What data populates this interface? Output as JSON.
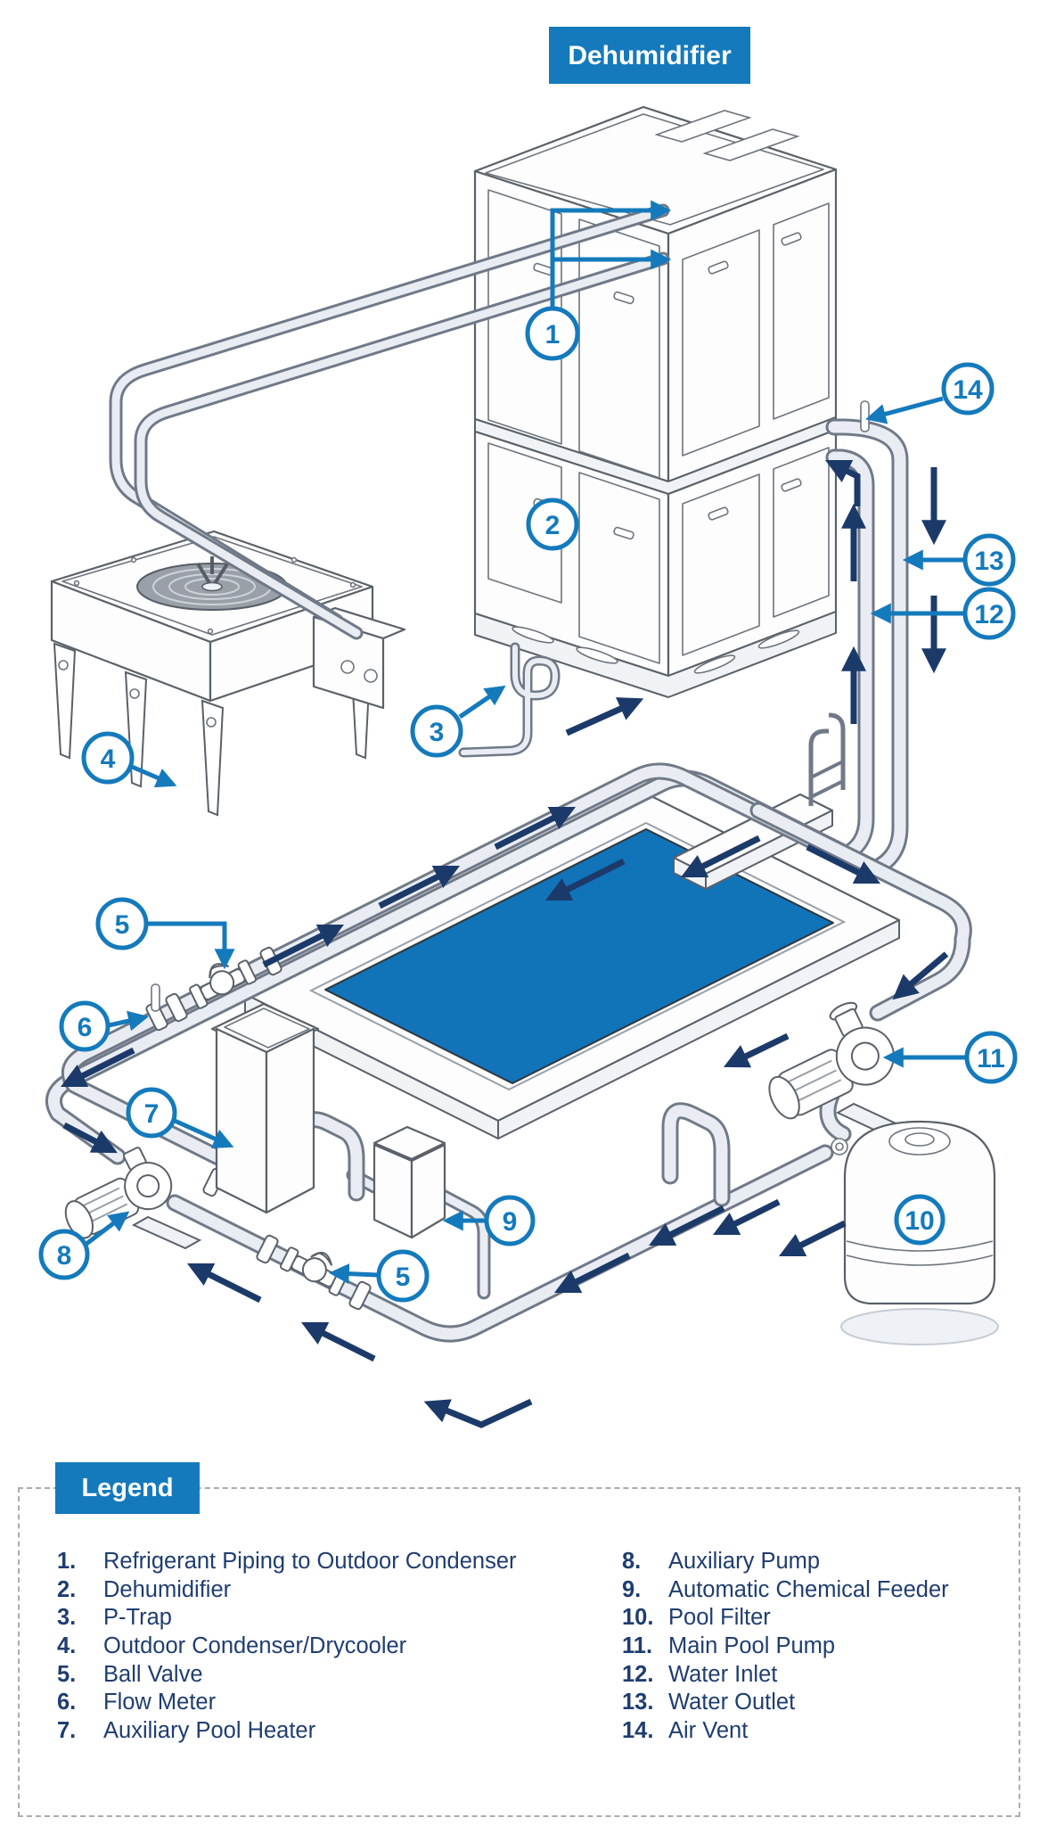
{
  "banner": {
    "label": "Dehumidifier"
  },
  "legend": {
    "header": "Legend",
    "items_left": [
      {
        "num": "1.",
        "label": "Refrigerant Piping to Outdoor Condenser"
      },
      {
        "num": "2.",
        "label": "Dehumidifier"
      },
      {
        "num": "3.",
        "label": "P-Trap"
      },
      {
        "num": "4.",
        "label": "Outdoor Condenser/Drycooler"
      },
      {
        "num": "5.",
        "label": "Ball Valve"
      },
      {
        "num": "6.",
        "label": "Flow Meter"
      },
      {
        "num": "7.",
        "label": "Auxiliary Pool Heater"
      }
    ],
    "items_right": [
      {
        "num": "8.",
        "label": "Auxiliary Pump"
      },
      {
        "num": "9.",
        "label": "Automatic Chemical Feeder"
      },
      {
        "num": "10.",
        "label": "Pool Filter"
      },
      {
        "num": "11.",
        "label": "Main Pool Pump"
      },
      {
        "num": "12.",
        "label": "Water Inlet"
      },
      {
        "num": "13.",
        "label": "Water Outlet"
      },
      {
        "num": "14.",
        "label": "Air Vent"
      }
    ]
  },
  "callouts": {
    "n1": "1",
    "n2": "2",
    "n3": "3",
    "n4": "4",
    "n5": "5",
    "n6": "6",
    "n7": "7",
    "n8": "8",
    "n9": "9",
    "n10": "10",
    "n11": "11",
    "n12": "12",
    "n13": "13",
    "n14": "14"
  },
  "colors": {
    "accent_blue": "#147abc",
    "arrow_navy": "#1c3a69",
    "pool_blue": "#1173b8",
    "pipe_fill": "#e9edf3",
    "pipe_stroke": "#707987",
    "legend_text": "#1f3d70",
    "dash_border": "#a7adb3"
  }
}
